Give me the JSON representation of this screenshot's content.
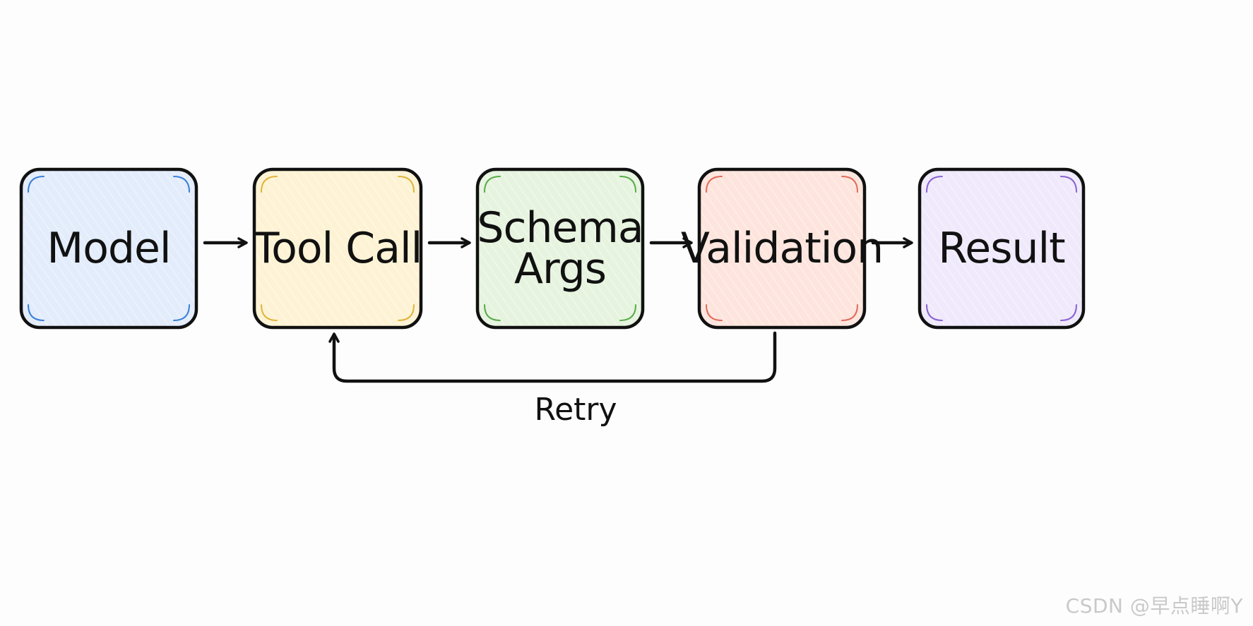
{
  "diagram": {
    "nodes": [
      {
        "id": "model",
        "label": "Model",
        "fill": "#e2ecfb",
        "accent": "#3b7fd9"
      },
      {
        "id": "tool_call",
        "label": "Tool Call",
        "fill": "#fdf3d4",
        "accent": "#e0b43a"
      },
      {
        "id": "schema_args",
        "label": "Schema Args",
        "fill": "#e6f4df",
        "accent": "#5aaa4a"
      },
      {
        "id": "validation",
        "label": "Validation",
        "fill": "#fde5dd",
        "accent": "#e46b5a"
      },
      {
        "id": "result",
        "label": "Result",
        "fill": "#efe9fb",
        "accent": "#8a63d2"
      }
    ],
    "edges": [
      {
        "from": "model",
        "to": "tool_call"
      },
      {
        "from": "tool_call",
        "to": "schema_args"
      },
      {
        "from": "schema_args",
        "to": "validation"
      },
      {
        "from": "validation",
        "to": "result"
      },
      {
        "from": "validation",
        "to": "tool_call",
        "label": "Retry"
      }
    ]
  },
  "watermark": "CSDN @早点睡啊Y",
  "style": {
    "stroke": "#111111",
    "background": "#fdfdfd"
  }
}
